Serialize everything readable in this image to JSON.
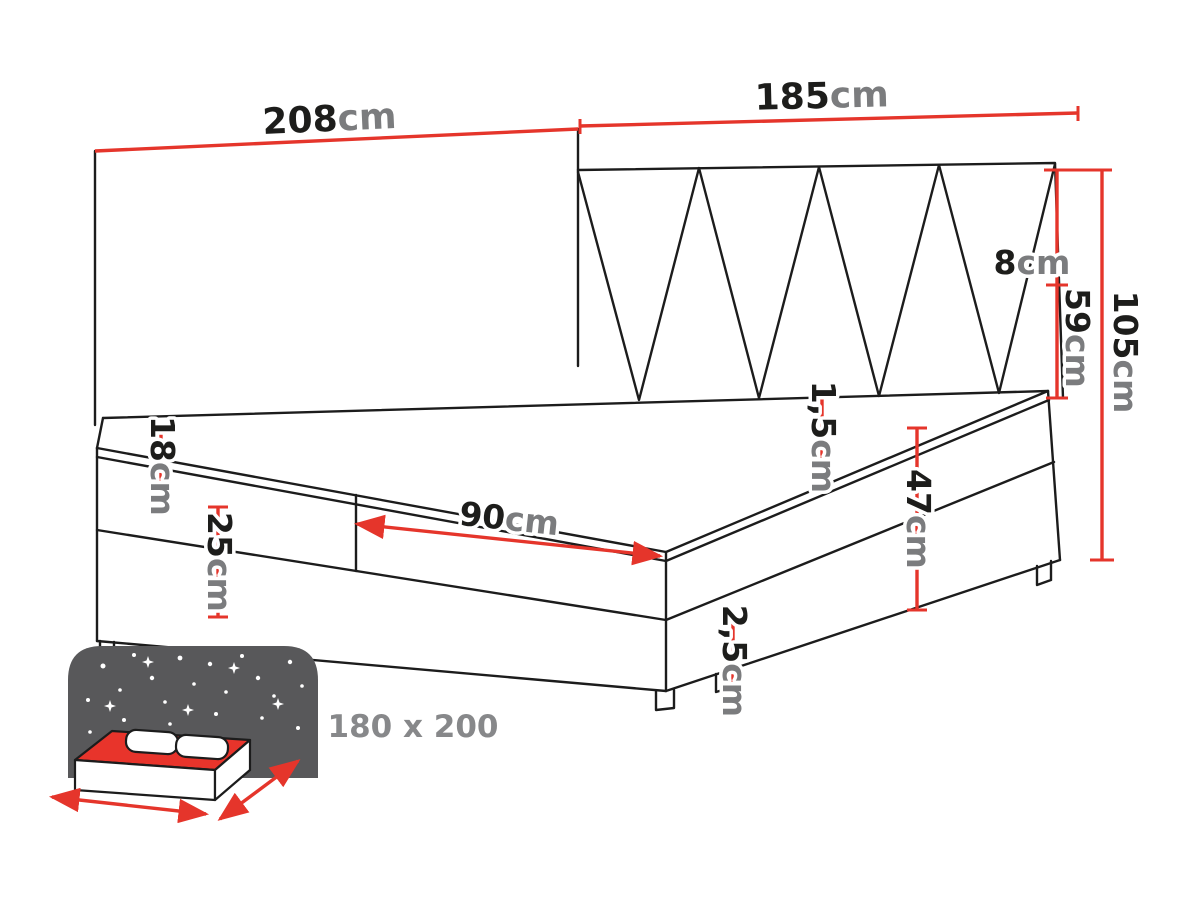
{
  "diagram": {
    "dimensions": {
      "wall_width": {
        "value": "208",
        "unit": "cm"
      },
      "headboard_width": {
        "value": "185",
        "unit": "cm"
      },
      "headboard_top_section": {
        "value": "8",
        "unit": "cm"
      },
      "headboard_above_mattress": {
        "value": "59",
        "unit": "cm"
      },
      "total_height": {
        "value": "105",
        "unit": "cm"
      },
      "mattress_box_height": {
        "value": "18",
        "unit": "cm"
      },
      "base_box_height": {
        "value": "25",
        "unit": "cm"
      },
      "half_width": {
        "value": "90",
        "unit": "cm"
      },
      "topper_height": {
        "value": "1,5",
        "unit": "cm"
      },
      "side_height": {
        "value": "47",
        "unit": "cm"
      },
      "leg_height": {
        "value": "2,5",
        "unit": "cm"
      }
    },
    "size_label": "180 x 200",
    "colors": {
      "outline": "#1c1c1c",
      "dimension_red": "#e5352b",
      "unit_gray": "#7b7c7e",
      "icon_panel_gray": "#58585a",
      "icon_mattress_red": "#e8342b",
      "size_label_gray": "#87888a"
    }
  }
}
